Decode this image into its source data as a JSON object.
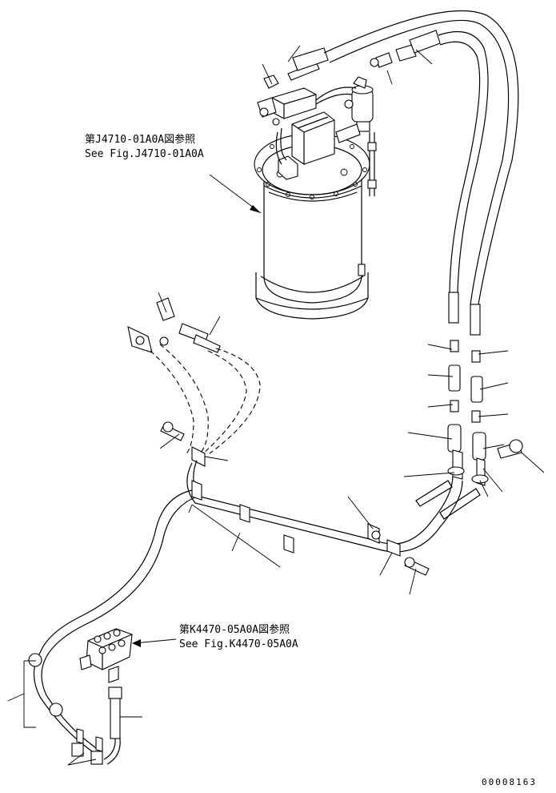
{
  "callouts": {
    "tank_ref_jp": "第J4710-01A0A図参照",
    "tank_ref_en": "See Fig.J4710-01A0A",
    "valve_ref_jp": "第K4470-05A0A図参照",
    "valve_ref_en": "See Fig.K4470-05A0A"
  },
  "drawing_number": "00008163"
}
